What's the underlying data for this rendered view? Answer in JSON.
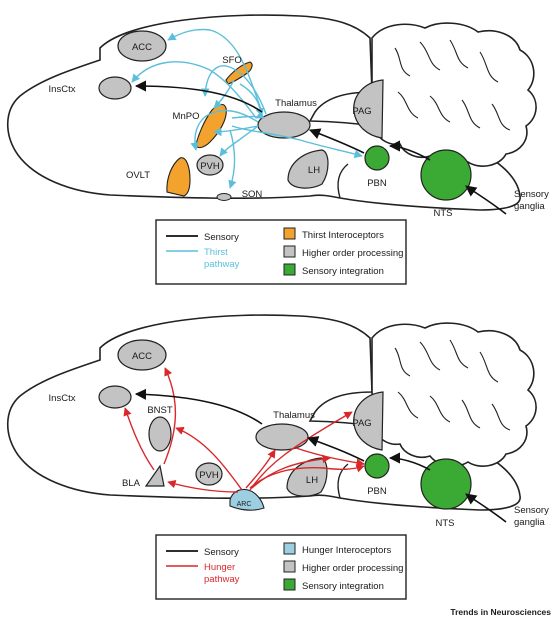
{
  "colors": {
    "sensory": "#111111",
    "thirst": "#5bbfdc",
    "hunger": "#d9272a",
    "thirst_interoceptor": "#f4a22e",
    "hunger_interoceptor": "#9dcfe2",
    "higher_order": "#c3c3c3",
    "integration": "#3aaa35"
  },
  "panels": {
    "thirst": {
      "regions": {
        "acc": "ACC",
        "insctx": "InsCtx",
        "sfo": "SFO",
        "mnpo": "MnPO",
        "thalamus": "Thalamus",
        "pag": "PAG",
        "ovlt": "OVLT",
        "pvh": "PVH",
        "son": "SON",
        "lh": "LH",
        "pbn": "PBN",
        "nts": "NTS",
        "sensory_ganglia_line1": "Sensory",
        "sensory_ganglia_line2": "ganglia"
      },
      "legend": {
        "sensory": "Sensory",
        "pathway_line1": "Thirst",
        "pathway_line2": "pathway",
        "interoceptors": "Thirst Interoceptors",
        "higher_order": "Higher order processing",
        "integration": "Sensory integration"
      }
    },
    "hunger": {
      "regions": {
        "acc": "ACC",
        "insctx": "InsCtx",
        "bnst": "BNST",
        "thalamus": "Thalamus",
        "pag": "PAG",
        "bla": "BLA",
        "pvh": "PVH",
        "arc": "ARC",
        "lh": "LH",
        "pbn": "PBN",
        "nts": "NTS",
        "sensory_ganglia_line1": "Sensory",
        "sensory_ganglia_line2": "ganglia"
      },
      "legend": {
        "sensory": "Sensory",
        "pathway_line1": "Hunger",
        "pathway_line2": "pathway",
        "interoceptors": "Hunger Interoceptors",
        "higher_order": "Higher order processing",
        "integration": "Sensory integration"
      }
    }
  },
  "credit": "Trends in Neurosciences"
}
